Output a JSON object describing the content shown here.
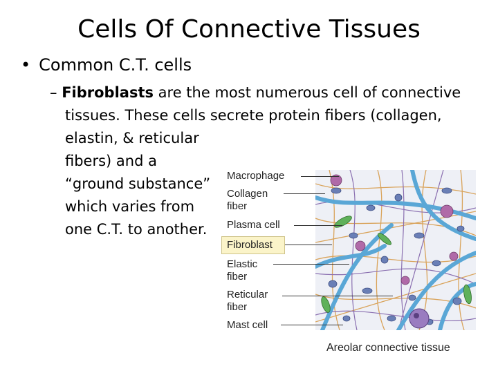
{
  "slide": {
    "title": "Cells Of Connective Tissues",
    "bullet": "Common C.T. cells",
    "dash": "–",
    "fibroblast_term": "Fibroblasts",
    "line1_rest": " are the most numerous cell of connective",
    "line2": "tissues.  These cells secrete protein fibers (collagen,",
    "line3": "elastin, & reticular",
    "line4": "fibers) and a",
    "line5": "“ground substance”",
    "line6": "which varies from",
    "line7": "one C.T. to another."
  },
  "figure": {
    "labels": {
      "macrophage": "Macrophage",
      "collagen": "Collagen",
      "fiber1": "fiber",
      "plasma": "Plasma cell",
      "fibroblast": "Fibroblast",
      "elastic": "Elastic",
      "fiber2": "fiber",
      "reticular": "Reticular",
      "fiber3": "fiber",
      "mast": "Mast cell"
    },
    "caption": "Areolar connective tissue",
    "colors": {
      "background": "#eef0f6",
      "collagen": "#5aa7d6",
      "elastic": "#8a6fb0",
      "reticular": "#d9a35a",
      "cell": "#6a7fb6",
      "fibroblast_cell": "#5fb15a",
      "macrophage_cell": "#b06aa8",
      "highlight": "#fbf4c9"
    }
  }
}
